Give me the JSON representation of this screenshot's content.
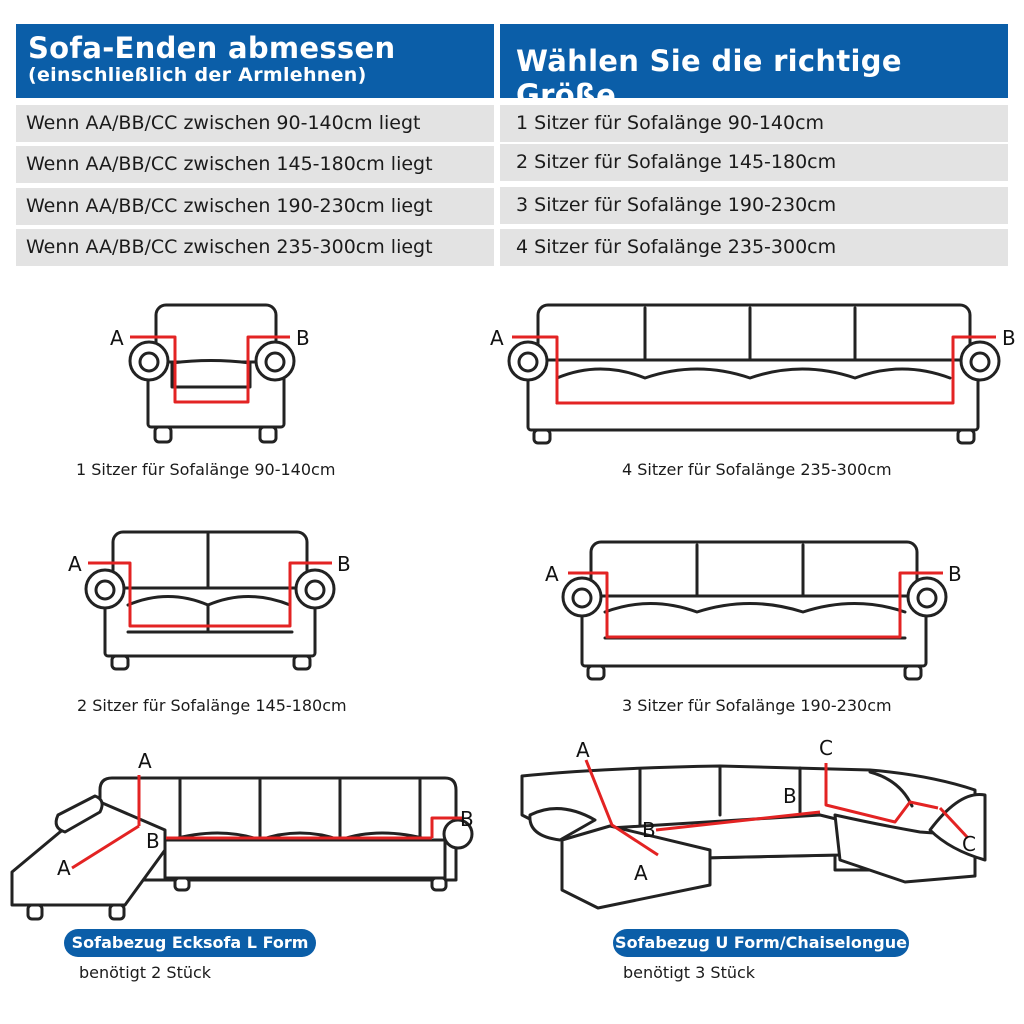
{
  "table": {
    "left_title": "Sofa-Enden abmessen",
    "left_subtitle": "(einschließlich der Armlehnen)",
    "right_title": "Wählen Sie die richtige Größe",
    "rows": [
      {
        "measure": "Wenn AA/BB/CC zwischen 90-140cm liegt",
        "size": "1 Sitzer für Sofalänge 90-140cm"
      },
      {
        "measure": "Wenn AA/BB/CC zwischen 145-180cm liegt",
        "size": "2 Sitzer für Sofalänge 145-180cm"
      },
      {
        "measure": "Wenn AA/BB/CC zwischen 190-230cm liegt",
        "size": "3 Sitzer für Sofalänge 190-230cm"
      },
      {
        "measure": "Wenn AA/BB/CC zwischen 235-300cm liegt",
        "size": "4 Sitzer für Sofalänge 235-300cm"
      }
    ]
  },
  "diagrams": {
    "one_seater": {
      "caption": "1 Sitzer für Sofalänge 90-140cm",
      "label_a": "A",
      "label_b": "B"
    },
    "four_seater": {
      "caption": "4 Sitzer für Sofalänge 235-300cm",
      "label_a": "A",
      "label_b": "B"
    },
    "two_seater": {
      "caption": "2 Sitzer für Sofalänge 145-180cm",
      "label_a": "A",
      "label_b": "B"
    },
    "three_seater": {
      "caption": "3 Sitzer für Sofalänge 190-230cm",
      "label_a": "A",
      "label_b": "B"
    },
    "l_shape": {
      "pill": "Sofabezug Ecksofa L Form",
      "note": "benötigt 2 Stück",
      "labels": [
        "A",
        "A",
        "B",
        "B"
      ]
    },
    "u_shape": {
      "pill": "Sofabezug U Form/Chaiselongue",
      "note": "benötigt 3 Stück",
      "labels": [
        "A",
        "B",
        "A",
        "B",
        "C",
        "C"
      ]
    }
  },
  "colors": {
    "header_blue": "#0b5ea8",
    "row_gray": "#e3e3e3",
    "measure_red": "#e32323"
  }
}
